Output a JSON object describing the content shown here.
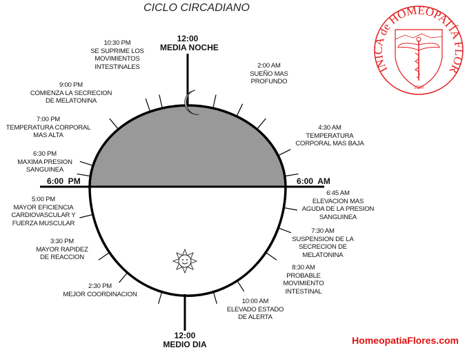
{
  "title": "CICLO CIRCADIANO",
  "logo": {
    "text": "CLINICA de HOMEOPATÍA FLORES",
    "year": "1990",
    "color": "#e02020"
  },
  "website": "HomeopatiaFlores.com",
  "axis_labels": {
    "midnight": {
      "time": "12:00",
      "name": "MEDIA NOCHE"
    },
    "noon": {
      "time": "12:00",
      "name": "MEDIO DIA"
    },
    "evening": "6:00  PM",
    "morning": "6:00  AM"
  },
  "events": [
    {
      "time": "10:30 PM",
      "lines": [
        "SE SUPRIME LOS",
        "MOVIMIENTOS",
        "INTESTINALES"
      ]
    },
    {
      "time": "2:00 AM",
      "lines": [
        "SUEÑO MAS",
        "PROFUNDO"
      ]
    },
    {
      "time": "9:00 PM",
      "lines": [
        "COMIENZA LA SECRECION",
        "DE MELATONINA"
      ]
    },
    {
      "time": "7:00 PM",
      "lines": [
        "TEMPERATURA CORPORAL",
        "MAS ALTA"
      ]
    },
    {
      "time": "4:30 AM",
      "lines": [
        "TEMPERATURA",
        "CORPORAL MAS BAJA"
      ]
    },
    {
      "time": "6:30 PM",
      "lines": [
        "MAXIMA PRESION",
        "SANGUINEA"
      ]
    },
    {
      "time": "6:45 AM",
      "lines": [
        "ELEVACION MAS",
        "AGUDA DE LA PRESION",
        "SANGUINEA"
      ]
    },
    {
      "time": "5:00 PM",
      "lines": [
        "MAYOR EFICIENCIA",
        "CARDIOVASCULAR Y",
        "FUERZA MUSCULAR"
      ]
    },
    {
      "time": "7:30 AM",
      "lines": [
        "SUSPENSION DE LA",
        "SECRECION DE",
        "MELATONINA"
      ]
    },
    {
      "time": "3:30 PM",
      "lines": [
        "MAYOR RAPIDEZ",
        "DE REACCION"
      ]
    },
    {
      "time": "8:30 AM",
      "lines": [
        "PROBABLE",
        "MOVIMIENTO",
        "INTESTINAL"
      ]
    },
    {
      "time": "2:30 PM",
      "lines": [
        "MEJOR COORDINACION"
      ]
    },
    {
      "time": "10:00 AM",
      "lines": [
        "ELEVADO ESTADO",
        "DE ALERTA"
      ]
    }
  ],
  "tick_hours": [
    1,
    2,
    3,
    4.5,
    5.5,
    6.75,
    7.5,
    8.5,
    10,
    11,
    13,
    14.5,
    15.5,
    17,
    18.5,
    19,
    21,
    22.5,
    23
  ],
  "colors": {
    "night": "#999999",
    "day": "#ffffff",
    "outline": "#000000"
  }
}
